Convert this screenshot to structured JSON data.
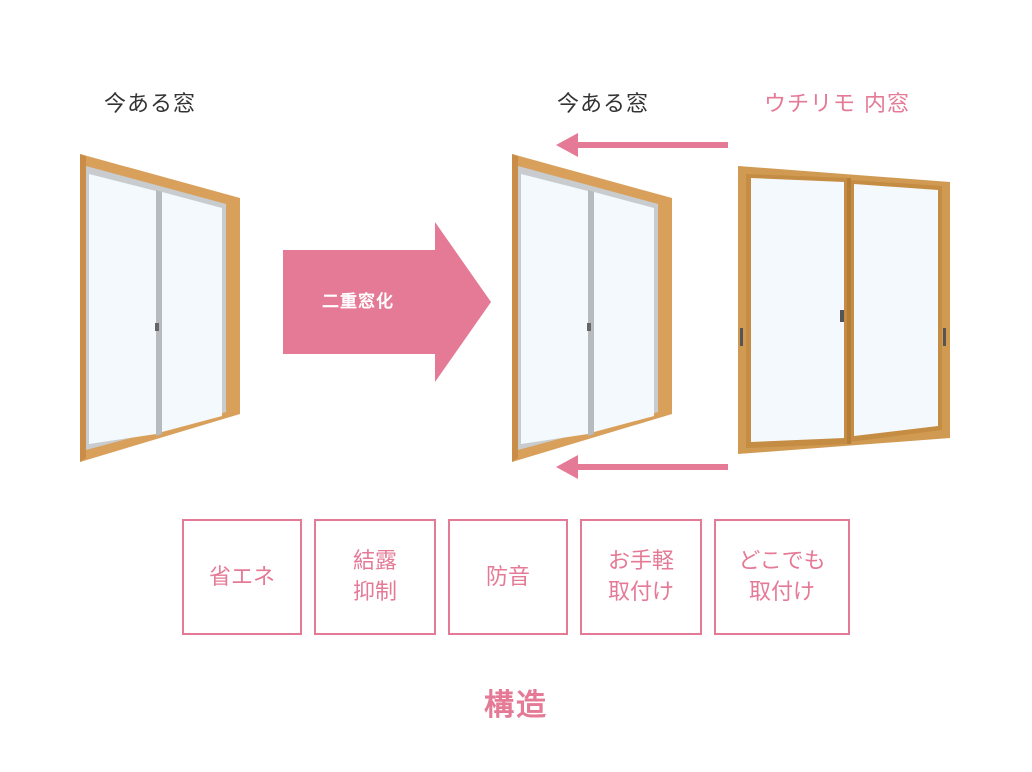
{
  "labels": {
    "existing_window_left": "今ある窓",
    "existing_window_right": "今ある窓",
    "inner_window": "ウチリモ 内窓"
  },
  "transform_arrow": {
    "label": "二重窓化",
    "color": "#e57a96"
  },
  "features": [
    {
      "label": "省エネ"
    },
    {
      "label": "結露\n抑制"
    },
    {
      "label": "防音"
    },
    {
      "label": "お手軽\n取付け"
    },
    {
      "label": "どこでも\n取付け"
    }
  ],
  "footer": {
    "title": "構造"
  },
  "colors": {
    "accent": "#e57a96",
    "text_dark": "#333333",
    "wood_frame": "#d9a05b",
    "glass": "#f4f9fd",
    "aluminium": "#c9cccf"
  }
}
